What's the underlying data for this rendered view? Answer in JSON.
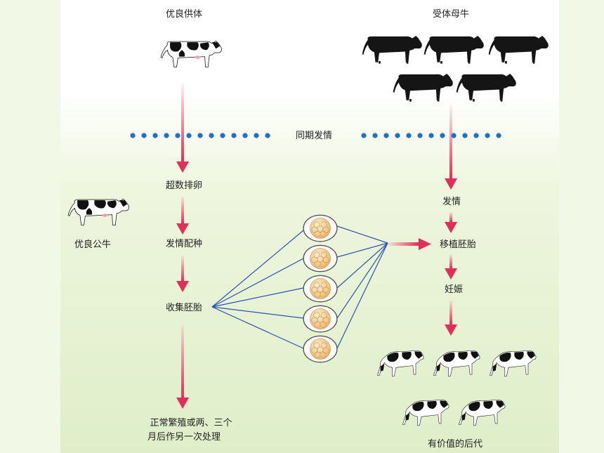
{
  "labels": {
    "donor_cow": "优良供体",
    "recipient_cows": "受体母牛",
    "sync_estrus": "同期发情",
    "superovulation": "超数排卵",
    "bull": "优良公牛",
    "estrus_mating": "发情配种",
    "collect_embryo": "收集胚胎",
    "estrus": "发情",
    "transplant_embryo": "移植胚胎",
    "pregnancy": "妊娠",
    "repeat_line1": "正常繁殖或两、三个",
    "repeat_line2": "月后作另一次处理",
    "valuable_offspring": "有价值的后代"
  },
  "colors": {
    "background": "#f1f8e6",
    "panel": "#ffffff",
    "arrow": "#e0305a",
    "dots": "#1f6fd1",
    "connector": "#2f52b5",
    "embryo": "#f3c98a"
  },
  "icons": [
    "holstein-cow-icon",
    "black-cow-icon",
    "embryo-dish-icon"
  ]
}
